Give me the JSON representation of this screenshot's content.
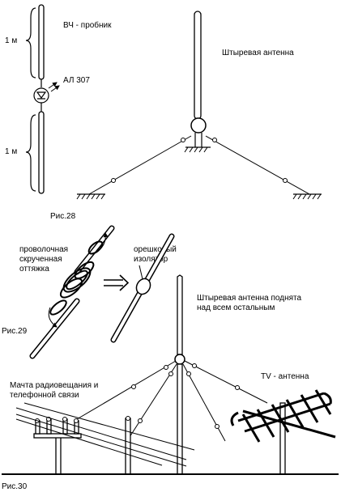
{
  "fig28": {
    "hf_probe_label": "ВЧ - пробник",
    "upper_length_label": "1 м",
    "led_label": "АЛ 307",
    "lower_length_label": "1 м",
    "whip_antenna_label": "Штыревая антенна",
    "caption": "Рис.28"
  },
  "fig29": {
    "twisted_guy_label_line1": "проволочная",
    "twisted_guy_label_line2": "скрученная",
    "twisted_guy_label_line3": "оттяжка",
    "insulator_label_line1": "орешковый",
    "insulator_label_line2": "изолятор",
    "caption": "Рис.29"
  },
  "fig30": {
    "raised_antenna_label_line1": "Штыревая антенна поднята",
    "raised_antenna_label_line2": "над всем остальным",
    "tv_antenna_label": "TV - антенна",
    "mast_label_line1": "Мачта радиовещания и",
    "mast_label_line2": "телефонной связи",
    "caption": "Рис.30"
  }
}
